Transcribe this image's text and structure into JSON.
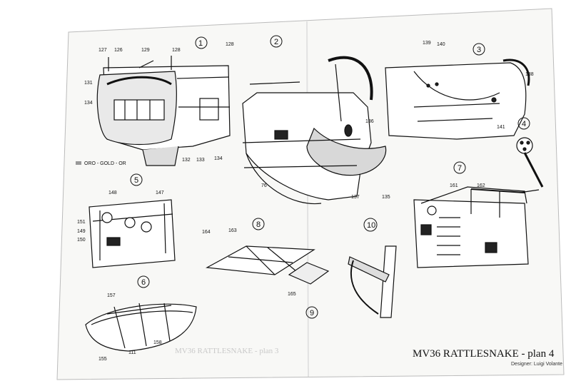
{
  "title": "MV36 RATTLESNAKE - plan 4",
  "designer": "Designer: Luigi Volante",
  "ghost_text": "MV36 RATTLESNAKE - plan 3",
  "colour_note": "ORO - GOLD - OR",
  "figures": [
    "1",
    "2",
    "3",
    "4",
    "5",
    "6",
    "7",
    "8",
    "9",
    "10"
  ],
  "parts": {
    "p126": "126",
    "p127": "127",
    "p128a": "128",
    "p128b": "128",
    "p129": "129",
    "p131": "131",
    "p132": "132",
    "p133": "133",
    "p134a": "134",
    "p134b": "134",
    "p135": "135",
    "p136": "136",
    "p137": "137",
    "p138": "138",
    "p139": "139",
    "p140": "140",
    "p141": "141",
    "p147": "147",
    "p148": "148",
    "p149": "149",
    "p150": "150",
    "p151": "151",
    "p155": "155",
    "p157": "157",
    "p158": "158",
    "p161": "161",
    "p162": "162",
    "p163": "163",
    "p164": "164",
    "p165": "165",
    "p76": "76",
    "p111": "111"
  }
}
